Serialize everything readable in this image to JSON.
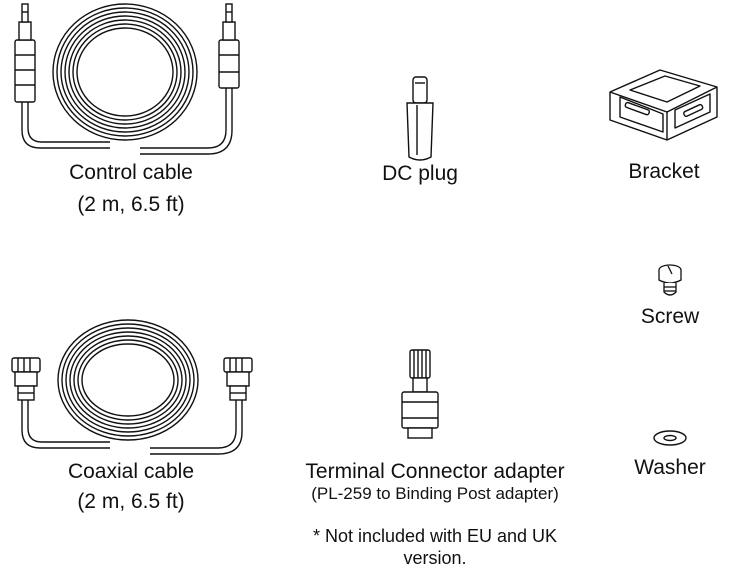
{
  "items": {
    "control_cable": {
      "name": "Control cable",
      "spec": "(2 m, 6.5 ft)"
    },
    "dc_plug": {
      "name": "DC plug"
    },
    "bracket": {
      "name": "Bracket"
    },
    "screw": {
      "name": "Screw"
    },
    "coaxial_cable": {
      "name": "Coaxial cable",
      "spec": "(2 m, 6.5 ft)"
    },
    "terminal_adapter": {
      "name": "Terminal Connector adapter",
      "spec": "(PL-259 to Binding Post adapter)"
    },
    "washer": {
      "name": "Washer"
    }
  },
  "footnote": {
    "line1": "* Not included with EU and UK",
    "line2": "version."
  }
}
